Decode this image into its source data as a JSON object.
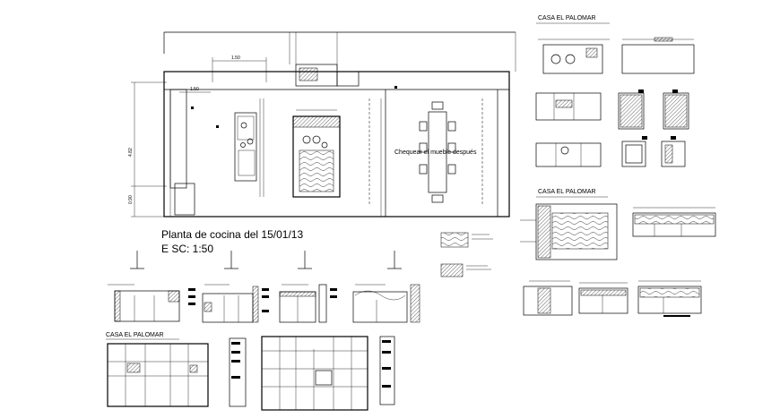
{
  "drawing": {
    "plan_title": "Planta de cocina del 15/01/13",
    "plan_scale": "E SC: 1:50",
    "plan_note": "Chequear el mueble después",
    "dims": {
      "top_a": "1.50",
      "top_b": "1.50",
      "left_h": "4.82",
      "left_b": "0.90"
    },
    "sheet_labels": {
      "right_top": "CASA EL PALOMAR",
      "right_mid": "CASA EL PALOMAR",
      "bottom_left": "CASA EL PALOMAR"
    }
  }
}
